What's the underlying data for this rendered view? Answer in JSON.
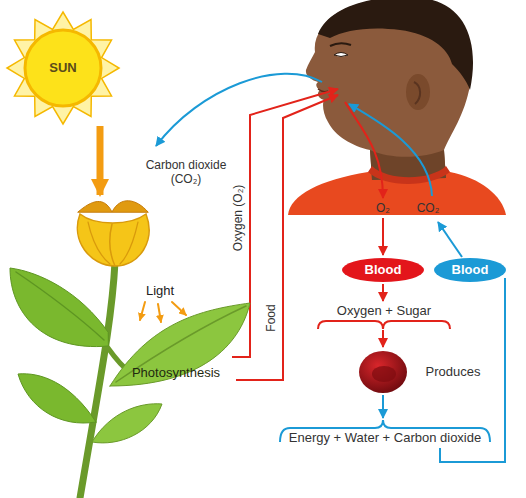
{
  "diagram": {
    "nodes": [
      {
        "text": [
          "SUN"
        ]
      },
      {
        "text": [
          "Light",
          "Photosynthesis"
        ]
      },
      {
        "text": [
          "Blood"
        ]
      },
      {
        "text": [
          "Blood"
        ]
      }
    ],
    "edges": [
      {
        "from": 0,
        "to": 1,
        "arrow": "to"
      }
    ],
    "labels": [
      "Carbon dioxide (CO₂)",
      "Oxygen (O₂)",
      "Food",
      "O₂",
      "CO₂",
      "Oxygen + Sugar",
      "Produces",
      "Energy + Water + Carbon dioxide"
    ]
  }
}
